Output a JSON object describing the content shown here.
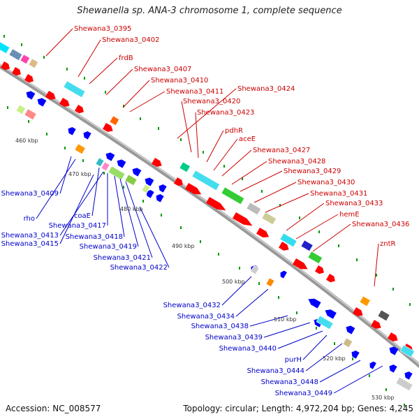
{
  "title": "Shewanella sp. ANA-3 chromosome 1, complete sequence",
  "footer": {
    "accession": "Accession: NC_008577",
    "summary": "Topology: circular; Length: 4,972,204 bp; Genes: 4,245"
  },
  "colors": {
    "forward_label": "#cc0000",
    "reverse_label": "#0000cc",
    "forward_gene": "#ff0000",
    "reverse_gene": "#0000ff",
    "backbone": "#999999",
    "tick": "#009900"
  },
  "scale_marks": [
    "460 kbp",
    "470 kbp",
    "480 kbp",
    "490 kbp",
    "500 kbp",
    "510 kbp",
    "520 kbp",
    "530 kbp"
  ],
  "forward_labels": [
    "Shewana3_0395",
    "Shewana3_0402",
    "frdB",
    "Shewana3_0407",
    "Shewana3_0410",
    "Shewana3_0411",
    "Shewana3_0424",
    "Shewana3_0420",
    "Shewana3_0423",
    "pdhR",
    "aceE",
    "Shewana3_0427",
    "Shewana3_0428",
    "Shewana3_0429",
    "Shewana3_0430",
    "Shewana3_0431",
    "Shewana3_0433",
    "hemE",
    "Shewana3_0436",
    "zntR"
  ],
  "reverse_labels": [
    "Shewana3_0409",
    "rho",
    "coaE",
    "Shewana3_0413",
    "Shewana3_0417",
    "Shewana3_0415",
    "Shewana3_0418",
    "Shewana3_0419",
    "Shewana3_0421",
    "Shewana3_0422",
    "Shewana3_0432",
    "Shewana3_0434",
    "Shewana3_0438",
    "Shewana3_0439",
    "Shewana3_0440",
    "purH",
    "Shewana3_0444",
    "Shewana3_0448",
    "Shewana3_0449"
  ]
}
